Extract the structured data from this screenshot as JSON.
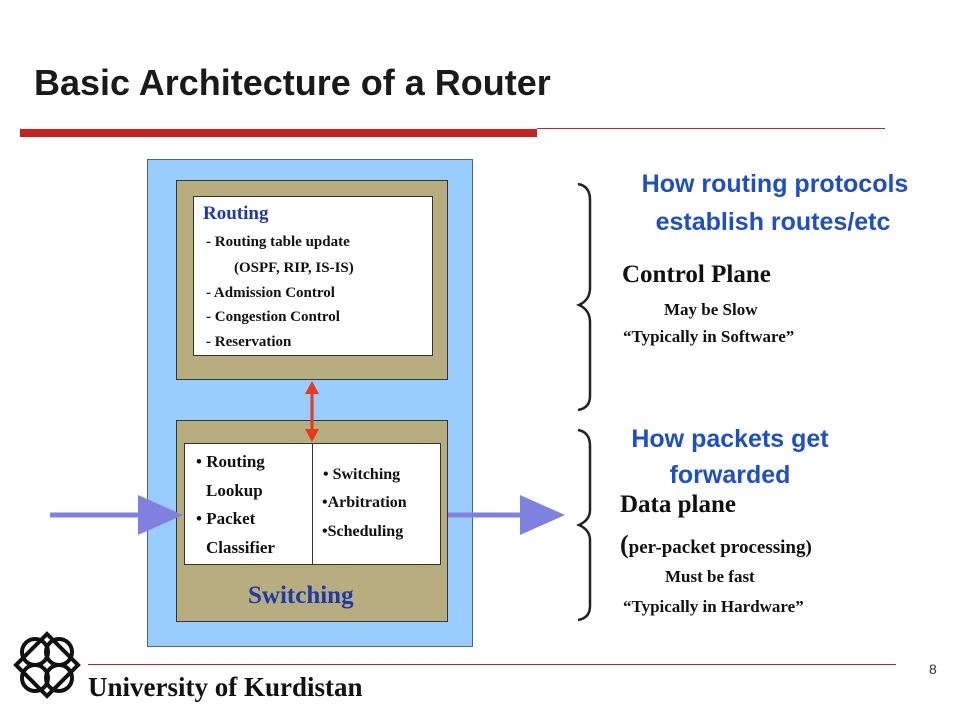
{
  "slide": {
    "title": "Basic Architecture of a Router",
    "page_number": "8"
  },
  "routing_box": {
    "heading": "Routing",
    "lines": [
      "- Routing table update",
      "(OSPF, RIP, IS-IS)",
      "- Admission Control",
      "- Congestion Control",
      "- Reservation"
    ]
  },
  "switching_box": {
    "left_items": [
      "• Routing",
      "Lookup",
      "• Packet",
      "Classifier"
    ],
    "right_items": [
      "• Switching",
      "•Arbitration",
      "•Scheduling"
    ],
    "label": "Switching"
  },
  "control_plane": {
    "heading_line1": "How routing protocols",
    "heading_line2": "establish routes/etc",
    "title": "Control Plane",
    "note1": "May be Slow",
    "note2": "“Typically in Software”"
  },
  "data_plane": {
    "heading_line1": "How packets get",
    "heading_line2": "forwarded",
    "title": "Data plane",
    "subtitle_paren_open": "(",
    "subtitle_text": "per-packet processing)",
    "note1": "Must be fast",
    "note2": "“Typically in Hardware”"
  },
  "footer": {
    "university": "University of Kurdistan"
  },
  "colors": {
    "accent_red": "#cc1f1f",
    "heading_blue": "#1f4fc4",
    "router_blue": "#99ccff",
    "module_tan": "#b8ad7e",
    "arrow_purple": "#8080e0",
    "arrow_red": "#e83a1a"
  }
}
